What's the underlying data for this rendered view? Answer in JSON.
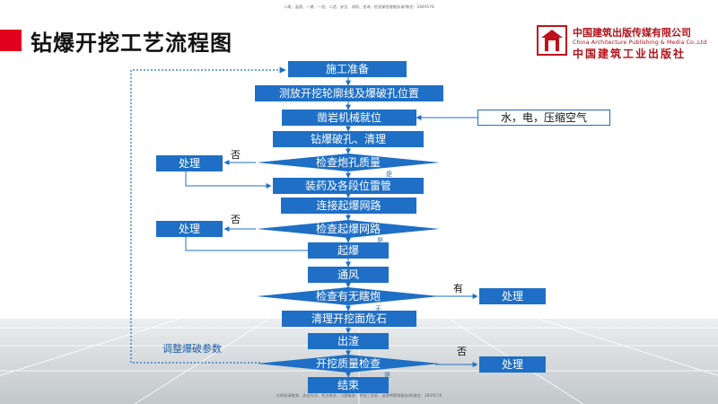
{
  "top_note": "二建、监理、一建、一造、二造、安全、消防、咨询、检测课程增服务询/微信：2849578",
  "bottom_note": "光明高清赠课、选全内训、考点串讲、习题精讲、考前三页纸、送密押题增服务询/微信：2849578",
  "title": "钻爆开挖工艺流程图",
  "publisher": {
    "cn": "中国建筑出版传媒有限公司",
    "en": "China Architecture Publishing & Media Co.,Ltd",
    "cn2": "中国建筑工业出版社"
  },
  "colors": {
    "box": "#1e6fc5",
    "arrow": "#1e6fc5",
    "accent": "#e1001e"
  },
  "flow": {
    "steps": {
      "prepare": "施工准备",
      "survey": "测放开挖轮廓线及爆破孔位置",
      "drill_position": "凿岩机械就位",
      "drill_clean": "钻爆破孔、清理",
      "check_holes": "检查炮孔质量",
      "charge": "装药及各段位雷管",
      "connect": "连接起爆网路",
      "check_network": "检查起爆网路",
      "blast": "起爆",
      "ventilate": "通风",
      "check_misfire": "检查有无瞎炮",
      "scale": "清理开挖面危石",
      "muck": "出渣",
      "check_quality": "开挖质量检查",
      "end": "结束"
    },
    "side": {
      "utilities": "水，电，压缩空气",
      "handle_1": "处理",
      "handle_2": "处理",
      "handle_3": "处理",
      "handle_4": "处理"
    },
    "labels": {
      "no_1": "否",
      "yes_1": "是",
      "no_2": "否",
      "yes_2": "是",
      "have": "有",
      "none": "无",
      "no_3": "否",
      "yes_3": "是",
      "adjust": "调整爆破参数"
    }
  }
}
